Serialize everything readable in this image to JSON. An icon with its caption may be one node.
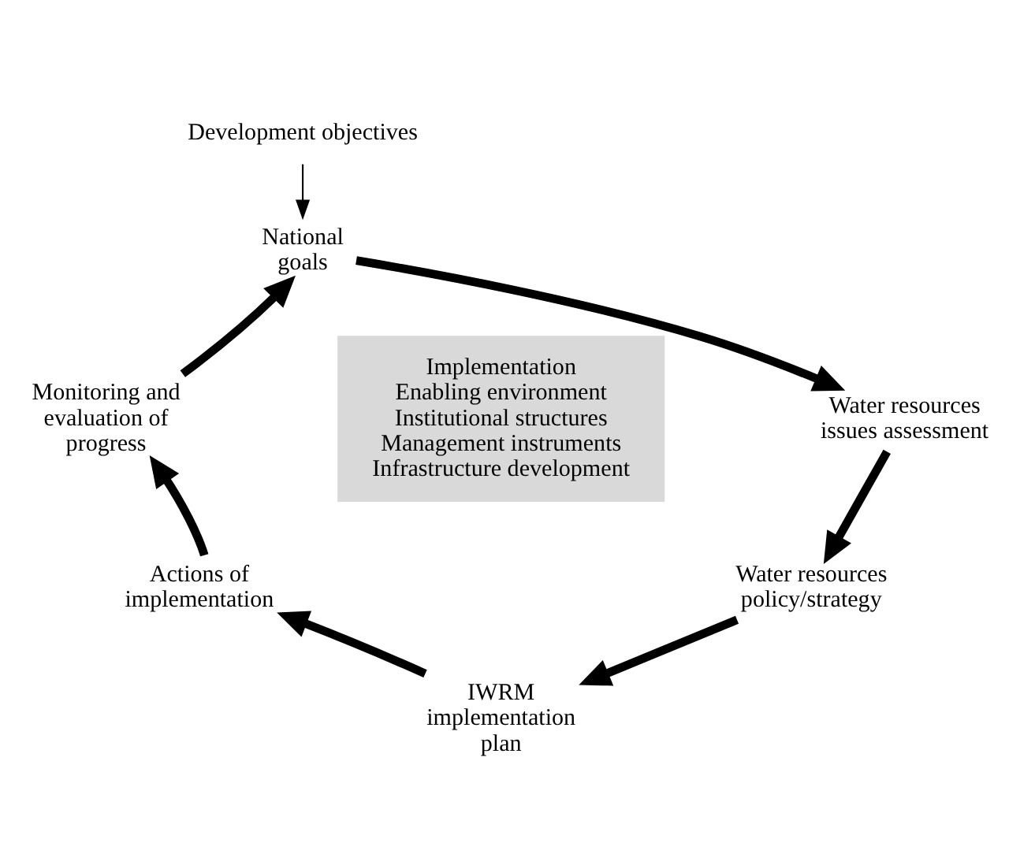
{
  "diagram": {
    "nodes": [
      {
        "text": [
          "Development objectives"
        ]
      },
      {
        "text": [
          "National goals"
        ]
      },
      {
        "text": [
          "Water resources issues assessment"
        ]
      },
      {
        "text": [
          "Water resources policy/strategy"
        ]
      },
      {
        "text": [
          "IWRM implementation plan"
        ]
      },
      {
        "text": [
          "Actions of implementation"
        ]
      },
      {
        "text": [
          "Monitoring and evaluation of progress"
        ]
      },
      {
        "text": [
          "Implementation",
          "Enabling environment",
          "Institutional structures",
          "Management instruments",
          "Infrastructure development"
        ]
      }
    ],
    "edges": [
      {
        "from": 0,
        "to": 1,
        "arrow": "to"
      },
      {
        "from": 1,
        "to": 2,
        "arrow": "to"
      },
      {
        "from": 2,
        "to": 3,
        "arrow": "to"
      },
      {
        "from": 3,
        "to": 4,
        "arrow": "to"
      },
      {
        "from": 4,
        "to": 5,
        "arrow": "to"
      },
      {
        "from": 5,
        "to": 6,
        "arrow": "to"
      },
      {
        "from": 6,
        "to": 1,
        "arrow": "to"
      }
    ]
  }
}
